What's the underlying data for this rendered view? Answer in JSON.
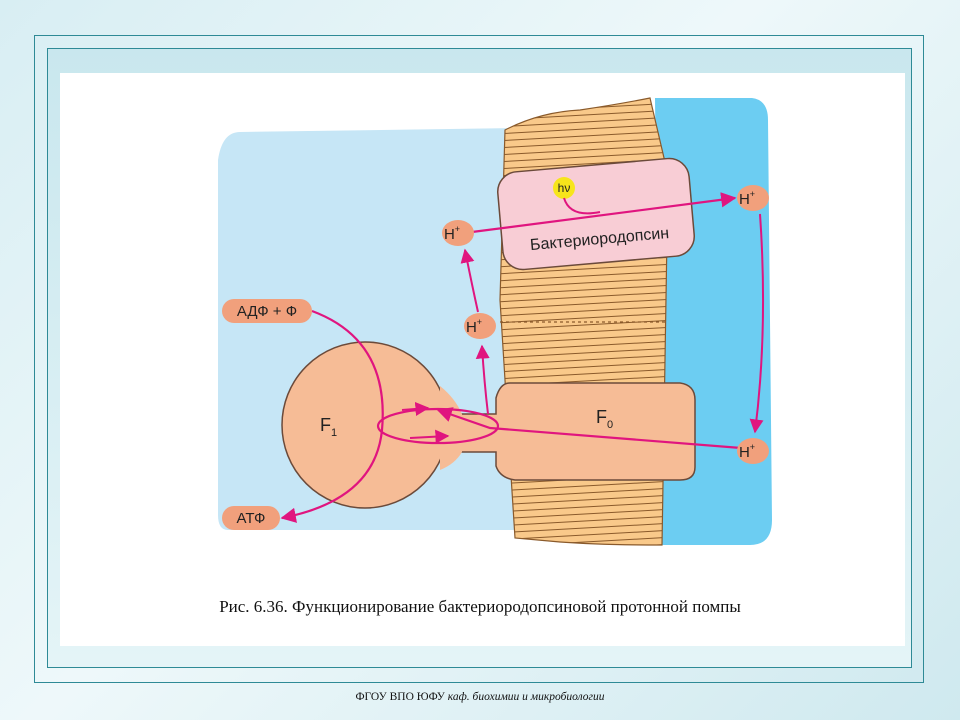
{
  "diagram": {
    "label_adp": "АДФ + Ф",
    "label_atp": "АТФ",
    "label_f1": "F",
    "label_f1_sub": "1",
    "label_f0": "F",
    "label_f0_sub": "0",
    "label_bacteriorhodopsin": "Бактериородопсин",
    "label_hv": "hν",
    "label_proton": "H",
    "label_proton_sup": "+"
  },
  "caption": "Рис. 6.36. Функционирование бактериородопсиновой протонной помпы",
  "footer": {
    "org": "ФГОУ ВПО ЮФУ",
    "dept": "каф. биохимии и микробиологии"
  },
  "colors": {
    "inner_medium": "#c6e6f6",
    "outer_medium": "#6ccdf2",
    "membrane": "#f9c98a",
    "atp_synthase": "#f6bc96",
    "bacteriorhodopsin": "#f8cdd5",
    "arrows": "#e0157f",
    "light": "#f7e51b"
  }
}
